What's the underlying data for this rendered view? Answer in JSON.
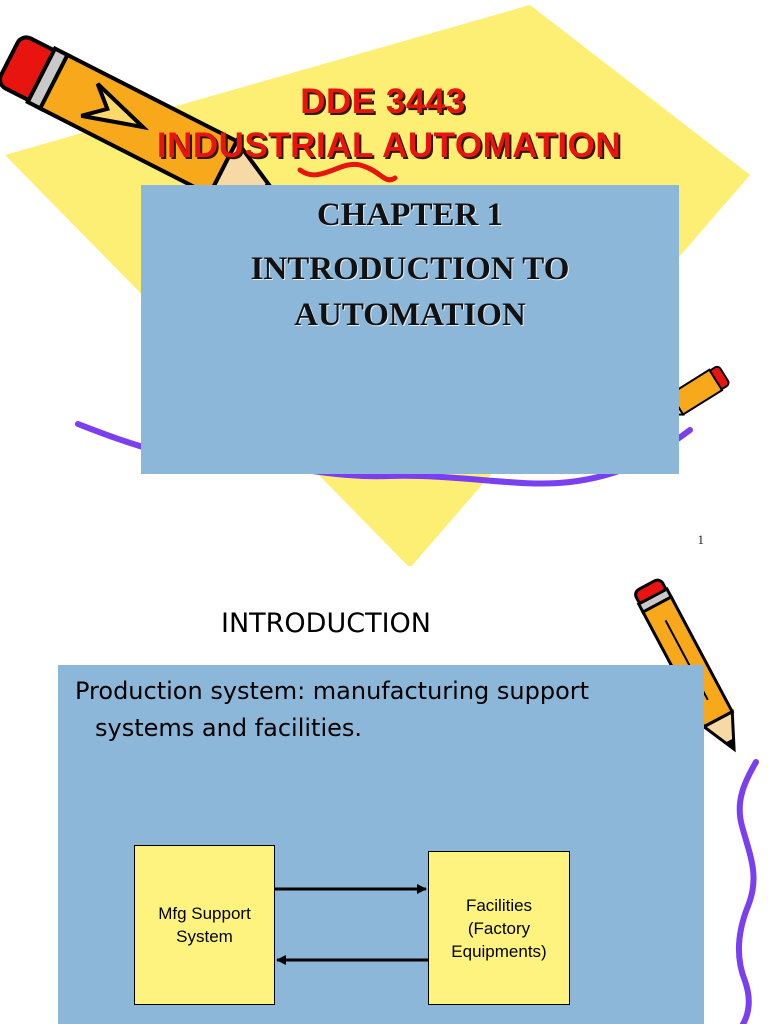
{
  "slide1": {
    "course_code": "DDE 3443",
    "course_name": "INDUSTRIAL AUTOMATION",
    "chapter_label": "CHAPTER 1",
    "chapter_title_line1": "INTRODUCTION TO",
    "chapter_title_line2": "AUTOMATION",
    "page_number": "1"
  },
  "slide2": {
    "heading": "INTRODUCTION",
    "body_line1": "Production system: manufacturing support",
    "body_line2": "systems and facilities.",
    "diagram": {
      "left_box_line1": "Mfg Support",
      "left_box_line2": "System",
      "right_box_line1": "Facilities",
      "right_box_line2": "(Factory",
      "right_box_line3": "Equipments)"
    }
  },
  "colors": {
    "title_red": "#e8140f",
    "box_blue": "#8cb7d9",
    "diamond_yellow": "#fdee74",
    "diagram_yellow": "#fef37e",
    "squiggle_purple": "#7b3ff2",
    "pencil_orange": "#f7a81b",
    "eraser_red": "#e8140f"
  },
  "decorations": [
    "pencil-icon",
    "yellow-diamond-shape",
    "purple-squiggle-line"
  ]
}
